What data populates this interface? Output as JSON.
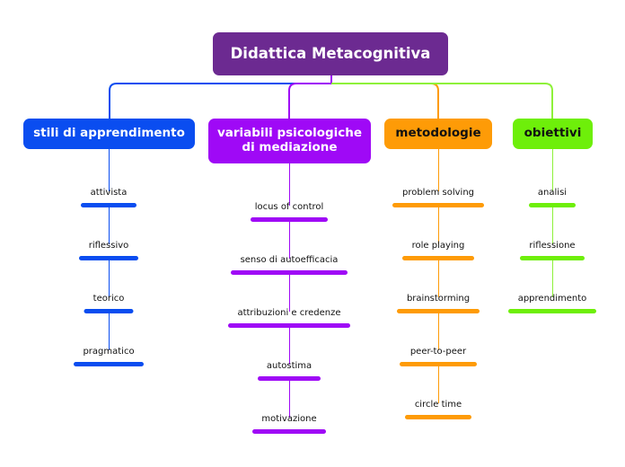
{
  "colors": {
    "root": "#6c2a91",
    "stili": "#0a4df0",
    "variabili": "#9f09f6",
    "metodologie": "#fe9b07",
    "obiettivi": "#6eef0a",
    "connector_blue": "#0a4df0",
    "connector_purple": "#9f09f6",
    "connector_orange": "#fe9b07",
    "connector_green": "#8ef13a"
  },
  "root": {
    "label": "Didattica Metacognitiva"
  },
  "branches": [
    {
      "key": "stili",
      "label": "stili di apprendimento",
      "items": [
        "attivista",
        "riflessivo",
        "teorico",
        "pragmatico"
      ]
    },
    {
      "key": "variabili",
      "label": "variabili psicologiche di mediazione",
      "items": [
        "locus of control",
        "senso di autoefficacia",
        "attribuzioni e credenze",
        "autostima",
        "motivazione"
      ]
    },
    {
      "key": "metodologie",
      "label": "metodologie",
      "items": [
        "problem solving",
        "role playing",
        "brainstorming",
        "peer-to-peer",
        "circle time"
      ]
    },
    {
      "key": "obiettivi",
      "label": "obiettivi",
      "items": [
        "analisi",
        "riflessione",
        "apprendimento"
      ]
    }
  ]
}
